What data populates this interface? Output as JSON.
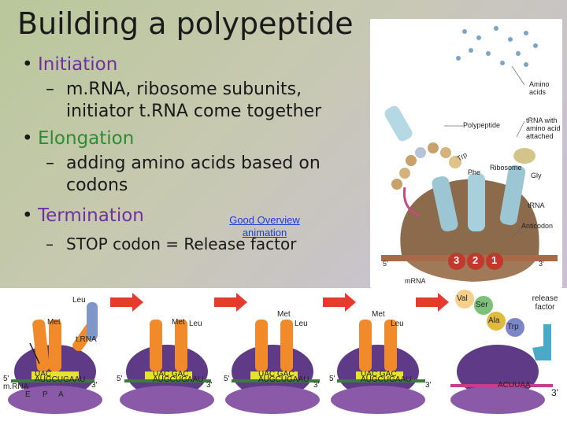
{
  "slide": {
    "title": "Building a polypeptide",
    "bullets": [
      {
        "label": "Initiation",
        "sub": [
          "m.RNA, ribosome subunits,",
          "initiator t.RNA come together"
        ]
      },
      {
        "label": "Elongation",
        "sub": [
          "adding amino acids based on",
          "codons"
        ]
      },
      {
        "label": "Termination",
        "sub": [
          "STOP codon = Release factor"
        ]
      }
    ],
    "link": {
      "line1": "Good Overview",
      "line2": "animation"
    },
    "colors": {
      "initiation": "#7030a0",
      "elongation": "#2e8b33",
      "termination": "#7030a0",
      "link": "#1f3bd6"
    }
  },
  "ribosome_figure": {
    "labels": {
      "amino_acids": "Amino acids",
      "polypeptide": "Polypeptide",
      "trna_attached": "tRNA with amino acid attached",
      "ribosome": "Ribosome",
      "trna": "tRNA",
      "anticodon": "Anticodon",
      "mrna": "mRNA",
      "five_prime": "5'",
      "three_prime": "3'",
      "trp": "Trp",
      "phe": "Phe",
      "gly": "Gly"
    },
    "codon_numbers": [
      "3",
      "2",
      "1"
    ]
  },
  "translation_strip": {
    "panels": [
      {
        "aa": [
          "Leu",
          "Met"
        ],
        "trna_label": "t.RNA",
        "anticodon": "UAC",
        "mrna": "AUGCUGAAU",
        "ends": [
          "5'",
          "3'"
        ],
        "mrna_label": "m.RNA",
        "sites": [
          "E",
          "P",
          "A"
        ]
      },
      {
        "aa": [
          "Met",
          "Leu"
        ],
        "anticodon": "UAC GAC",
        "mrna": "AUGCUGAAU",
        "ends": [
          "5'",
          "3'"
        ]
      },
      {
        "aa": [
          "Met",
          "Leu"
        ],
        "anticodon": "UAC GAC",
        "mrna": "AUGCUGAAU",
        "ends": [
          "5'",
          "3'"
        ]
      },
      {
        "aa": [
          "Met",
          "Leu"
        ],
        "anticodon": "UAC GAC",
        "mrna": "AUGCUGAAU",
        "ends": [
          "5'",
          "3'"
        ]
      },
      {
        "aa": [
          "Val",
          "Ser",
          "Ala",
          "Trp"
        ],
        "release": "release factor",
        "mrna": "ACUUAA",
        "ends": [
          "3'"
        ]
      }
    ]
  }
}
